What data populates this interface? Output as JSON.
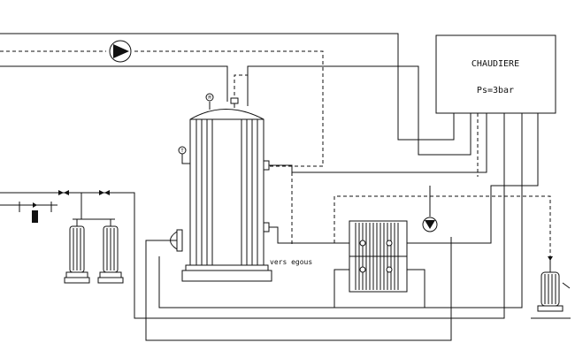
{
  "boiler": {
    "title": "CHAUDIERE",
    "pressure": "Ps=3bar"
  },
  "drain": {
    "label": "vers egous"
  },
  "instruments": {
    "manometer_symbol": "M",
    "thermometer_symbol": "T"
  }
}
